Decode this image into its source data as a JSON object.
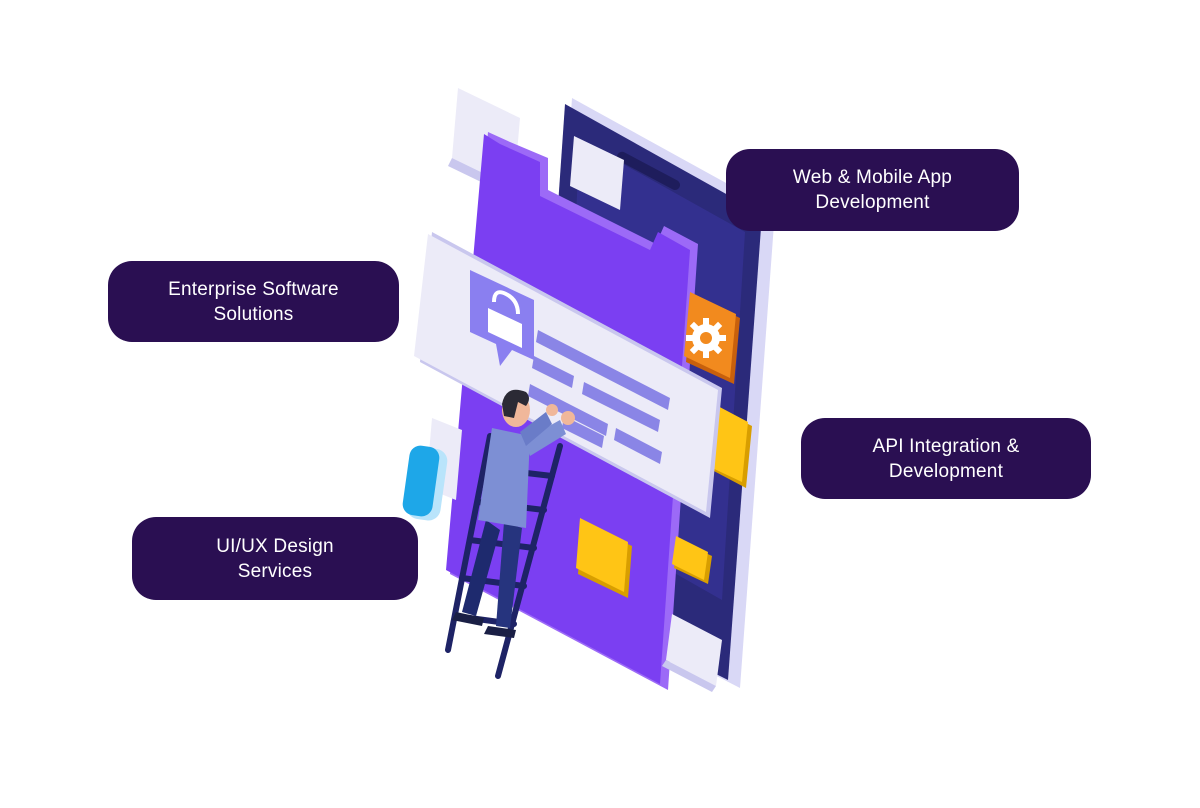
{
  "colors": {
    "pill_background": "#2a0f52",
    "pill_text": "#ffffff",
    "phone_purple": "#7b3ff2",
    "phone_dark": "#2b2a7a",
    "accent_orange": "#f28a1e",
    "accent_yellow": "#ffc515",
    "accent_blue": "#1ea7e8",
    "card_light": "#ecebf8"
  },
  "icons": [
    "lock-icon",
    "gear-icon"
  ],
  "services": {
    "web_mobile": {
      "line1": "Web & Mobile App",
      "line2": "Development"
    },
    "enterprise": {
      "line1": "Enterprise Software",
      "line2": "Solutions"
    },
    "api": {
      "line1": "API Integration &",
      "line2": "Development"
    },
    "uiux": {
      "line1": "UI/UX Design",
      "line2": "Services"
    }
  }
}
